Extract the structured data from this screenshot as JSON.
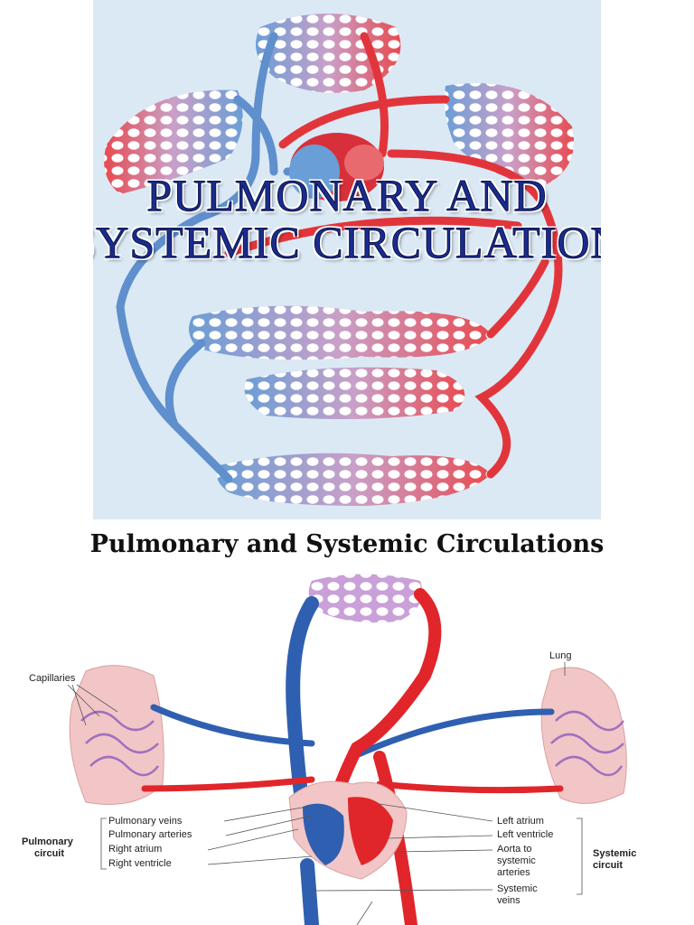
{
  "title": {
    "line1": "PULMONARY AND",
    "line2": "SYSTEMIC CIRCULATION"
  },
  "section_heading": "Pulmonary and Systemic Circulations",
  "diagram_labels": {
    "capillaries": "Capillaries",
    "lung": "Lung",
    "pulmonary_circuit_l1": "Pulmonary",
    "pulmonary_circuit_l2": "circuit",
    "pulmonary_veins": "Pulmonary veins",
    "pulmonary_arteries": "Pulmonary arteries",
    "right_atrium": "Right atrium",
    "right_ventricle": "Right ventricle",
    "left_atrium": "Left atrium",
    "left_ventricle": "Left ventricle",
    "aorta_l1": "Aorta to",
    "aorta_l2": "systemic",
    "aorta_l3": "arteries",
    "systemic_veins_l1": "Systemic",
    "systemic_veins_l2": "veins",
    "systemic_circuit_l1": "Systemic",
    "systemic_circuit_l2": "circuit"
  },
  "colors": {
    "artery": "#e0262a",
    "vein": "#2f5fb0",
    "lung": "#f2c6c6",
    "title": "#1a2c8c"
  }
}
